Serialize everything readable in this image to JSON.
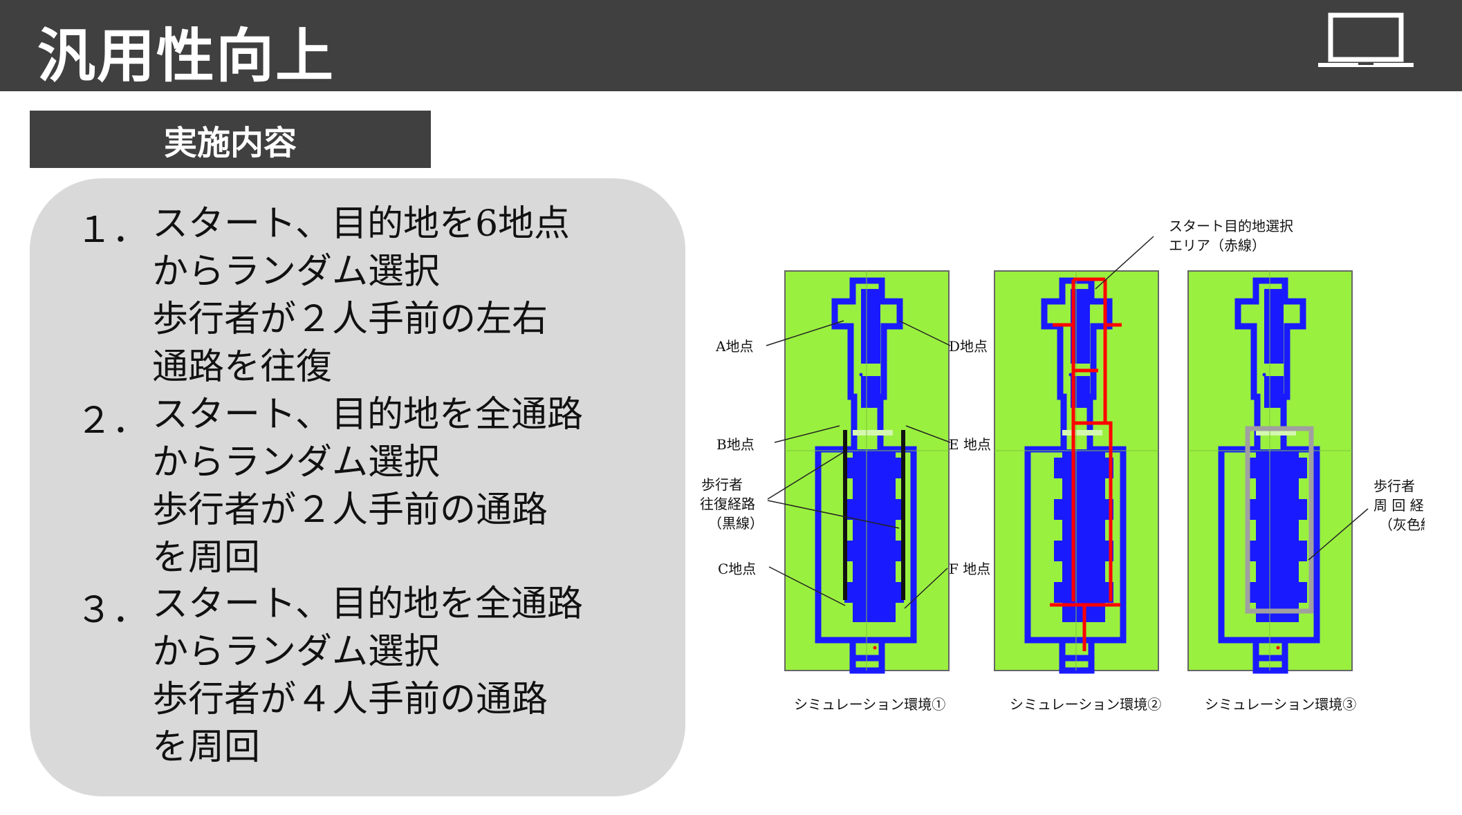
{
  "header": {
    "title": "汎用性向上",
    "icon": "laptop-icon"
  },
  "section": {
    "label": "実施内容"
  },
  "items": [
    {
      "num": "１．",
      "lines": [
        "スタート、目的地を6地点",
        "からランダム選択",
        "歩行者が２人手前の左右",
        "通路を往復"
      ]
    },
    {
      "num": "２．",
      "lines": [
        "スタート、目的地を全通路",
        "からランダム選択",
        "歩行者が２人手前の通路",
        "を周回"
      ]
    },
    {
      "num": "３．",
      "lines": [
        "スタート、目的地を全通路",
        "からランダム選択",
        "歩行者が４人手前の通路",
        "を周回"
      ]
    }
  ],
  "figure": {
    "points": {
      "a": "A地点",
      "b": "B地点",
      "c": "C地点",
      "d": "D地点",
      "e": "E 地点",
      "f": "F 地点"
    },
    "path1": [
      "歩行者",
      "往復経路",
      "（黒線）"
    ],
    "area2": [
      "スタート目的地選択",
      "エリア（赤線）"
    ],
    "path3": [
      "歩行者",
      "周 回 経 路",
      "（灰色線）"
    ],
    "captions": [
      "シミュレーション環境①",
      "シミュレーション環境②",
      "シミュレーション環境③"
    ]
  },
  "colors": {
    "header_bg": "#404040",
    "panel_bg": "#d9d9d9",
    "field_green": "#9af03f",
    "wall_blue": "#1a1aff",
    "route_red": "#ff0000",
    "route_black": "#111111",
    "route_gray": "#a0a0a0"
  }
}
